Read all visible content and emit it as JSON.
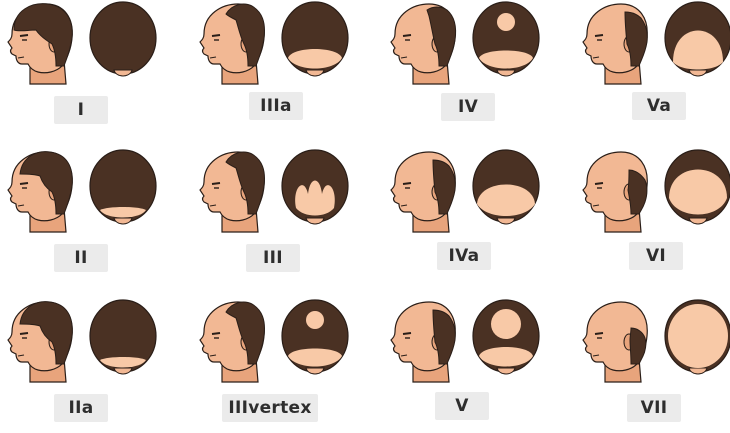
{
  "colors": {
    "skin": "#f2b894",
    "skin_shadow": "#e8a47c",
    "bald_top": "#f8c9a7",
    "hair": "#4a3123",
    "outline": "#2a1e18",
    "label_bg": "#ebebeb"
  },
  "stages": [
    {
      "label": "I"
    },
    {
      "label": "IIIa"
    },
    {
      "label": "IV"
    },
    {
      "label": "Va"
    },
    {
      "label": "II"
    },
    {
      "label": "III"
    },
    {
      "label": "IVa"
    },
    {
      "label": "VI"
    },
    {
      "label": "IIa"
    },
    {
      "label": "IIIvertex"
    },
    {
      "label": "V"
    },
    {
      "label": "VII"
    }
  ]
}
